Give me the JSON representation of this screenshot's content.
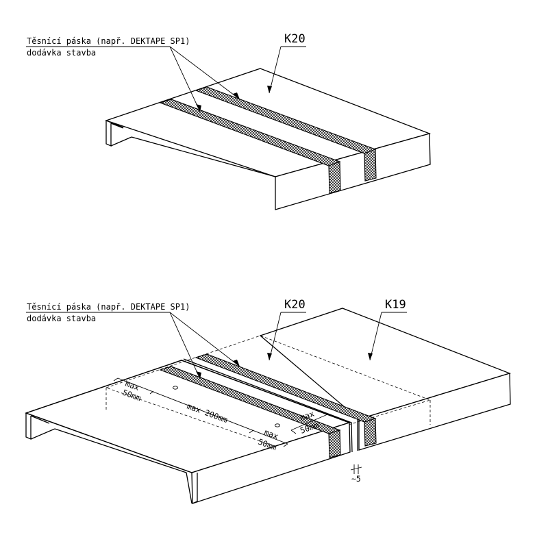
{
  "diagram_top": {
    "label_line1": "Těsnící páska (např. DEKTAPE SP1)",
    "label_line2": "dodávka stavba",
    "part_k20": "K20"
  },
  "diagram_bottom": {
    "label_line1": "Těsnící páska (např. DEKTAPE SP1)",
    "label_line2": "dodávka stavba",
    "part_k20": "K20",
    "part_k19": "K19",
    "dim_max_a": "max",
    "dim_50_a": "50mm",
    "dim_max200": "max 200mm",
    "dim_max_b": "max",
    "dim_50_b": "50mm",
    "dim_max_c": "max",
    "dim_50_c": "50mm",
    "gap": "~5"
  }
}
